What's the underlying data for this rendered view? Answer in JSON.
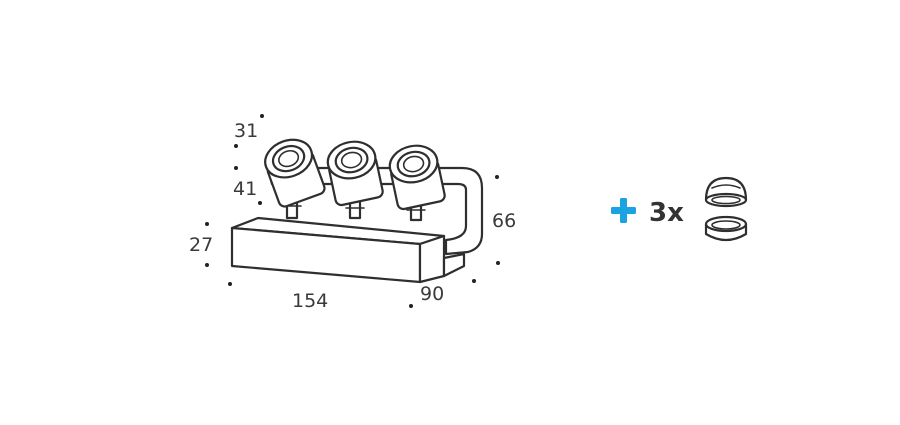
{
  "figure": {
    "dimensions": {
      "lens_height": "31",
      "spot_height": "41",
      "base_height": "27",
      "length": "154",
      "depth": "90",
      "total_height": "66"
    },
    "accessory": {
      "quantity_label": "3x",
      "plus_icon": "plus-icon",
      "plus_color": "#1aa3e0"
    }
  }
}
